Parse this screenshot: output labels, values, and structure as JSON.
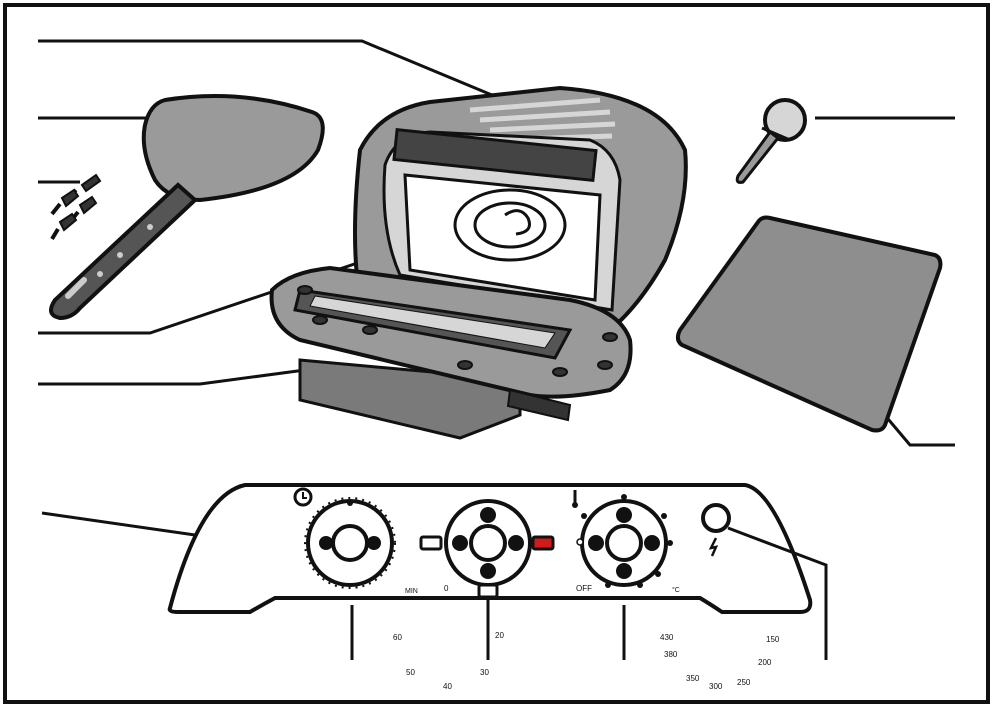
{
  "panel": {
    "timer_unit": "MIN",
    "timer_zero": "0",
    "timer_marks": [
      "60",
      "50",
      "40",
      "30",
      "20"
    ],
    "temp_off": "OFF",
    "temp_unit": "°C",
    "temp_marks": [
      "430",
      "380",
      "350",
      "300",
      "250",
      "200",
      "150"
    ]
  },
  "colors": {
    "stroke": "#111111",
    "body": "#9a9a9a",
    "light": "#d6d6d6",
    "stone": "#8e8e8e",
    "indicator": "#d11a1a"
  }
}
